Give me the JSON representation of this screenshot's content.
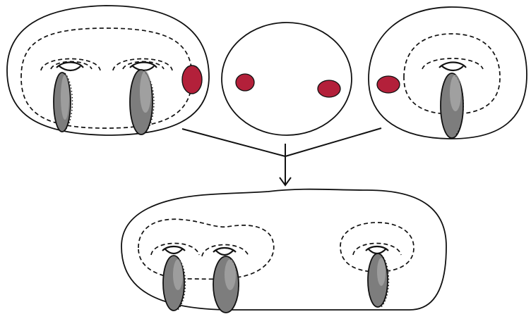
{
  "colors": {
    "background": "#ffffff",
    "stroke": "#111111",
    "disk_red": "#b3203a",
    "cut_grey": "#7d7d7d"
  },
  "figure": {
    "top_surfaces": [
      {
        "name": "genus-2-surface",
        "handles": 2,
        "red_disks": 1
      },
      {
        "name": "sphere",
        "handles": 0,
        "red_disks": 2
      },
      {
        "name": "torus",
        "handles": 1,
        "red_disks": 1
      }
    ],
    "bottom_surface": {
      "name": "genus-3-surface",
      "handles": 3,
      "red_disks": 0
    },
    "arrow": "gluing-arrow"
  }
}
